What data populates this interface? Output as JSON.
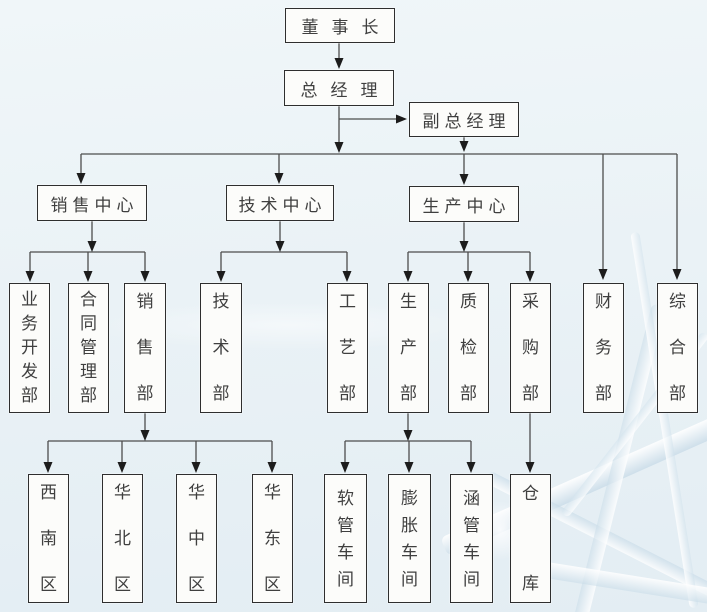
{
  "diagram": {
    "type": "organization-chart",
    "nodes": {
      "chairman": "董事长",
      "general_manager": "总经理",
      "deputy_general_manager": "副总经理",
      "sales_center": "销售中心",
      "tech_center": "技术中心",
      "production_center": "生产中心",
      "business_dev_dept": "业务开发部",
      "contract_mgmt_dept": "合同管理部",
      "sales_dept": "销售部",
      "technical_dept": "技术部",
      "process_dept": "工艺部",
      "production_dept": "生产部",
      "quality_dept": "质检部",
      "purchasing_dept": "采购部",
      "finance_dept": "财务部",
      "general_affairs_dept": "综合部",
      "southwest_region": "西南区",
      "north_china_region": "华北区",
      "central_china_region": "华中区",
      "east_china_region": "华东区",
      "hose_workshop": "软管车间",
      "expansion_workshop": "膨胀车间",
      "culvert_workshop": "涵管车间",
      "warehouse": "仓库"
    },
    "colors": {
      "background_top": "#f0f6f9",
      "background_bottom": "#e3edf3",
      "box_fill": "#fcfcfa",
      "box_border": "#2e2e2e",
      "connector": "#4d4d4d",
      "arrowhead": "#1c1c1c",
      "text": "#3f3f3f"
    }
  }
}
